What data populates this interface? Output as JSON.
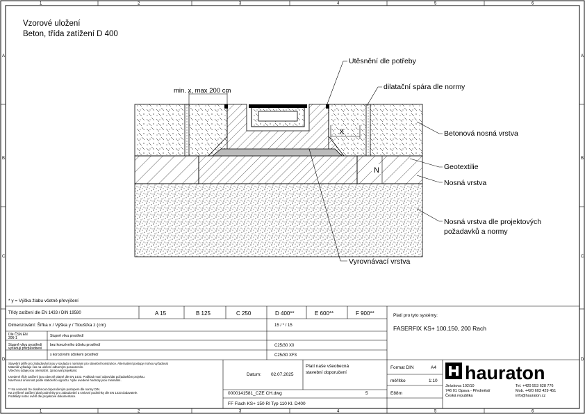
{
  "frame": {
    "cols": [
      "1",
      "2",
      "3",
      "4",
      "5",
      "6"
    ],
    "rows": [
      "A",
      "B",
      "C",
      "D"
    ]
  },
  "title": {
    "line1": "Vzorové uložení",
    "line2": "Beton, třída zatížení D 400"
  },
  "callouts": {
    "sealing": "Utěsnění dle potřeby",
    "expansion_joint": "dilatační spára dle normy",
    "min_max": "min. x, max 200 cm",
    "x": "X",
    "n": "N",
    "concrete_layer": "Betonová nosná vrstva",
    "geotextile": "Geotextilie",
    "base_layer": "Nosná vrstva",
    "base_project_1": "Nosná vrstva dle projektových",
    "base_project_2": "požadavků a normy",
    "leveling": "Vyrovnávací vrstva"
  },
  "footnote": "* y = Výška žlabu včetně převýšení",
  "table": {
    "class_label": "Třídy zatížení dle EN 1433 / DIN 19580",
    "classes": [
      "A 15",
      "B 125",
      "C 250",
      "D 400**",
      "E 600**",
      "F 900**"
    ],
    "dims_label": "Dimenzování: Šířka x / Výška y / Tloušťka z (cm)",
    "dims_value": "15 / * / 15",
    "concrete_label_1": "Dle ČSN EN",
    "concrete_label_2": "206-1",
    "exposure_label_1": "Stupně vlivu prostředí",
    "exposure_label_2": "vyžadují přizpůsobení",
    "r1": "Stupně vlivu prostředí",
    "r2": "bez korozívního účinku prostředí",
    "r2_value": "C25/30 X0",
    "r3": "s korozívním účinkem prostředí",
    "r3_value": "C25/30 XF3",
    "systems_label": "Platí pro tyto systémy:",
    "systems_value": "FASERFIX KS+ 100,150, 200 Rach"
  },
  "notes": {
    "p1": "Stavební pilíře pro zabudování jsou v souladu s normami pro stavební konstrukce. Alternativní postupy mohou vyžadovat",
    "p2": "Materiál vyžaduje čas na uložení odborným posouzením.",
    "p3": "Všechny údaje jsou orientační, zpracoval projektant.",
    "p4": "Uvedené třídy zatížení jsou obecně platné dle EN 1433. Podklad musí odpovídat požadavkům projektu.",
    "p5": "Navrhnout únosnost podle statického výpočtu. Výše uvedené hodnoty jsou minimální.",
    "p6": "** Na nosnosti lze dosáhnout doporučeným postupem dle normy DIN.",
    "p7": "Na zvýšené zatížení platí podmínky pro zabudování a smluvní podmínky dle EN 1433 dodavatele.",
    "p8": "Podklady nutno ověřit dle projektové dokumentace."
  },
  "title_block": {
    "note_1": "Platí naše všeobecná",
    "note_2": "stavební doporučení",
    "date_label": "Datum:",
    "date_value": "02.07.2025",
    "drawing_no": "0000141581_CZE CH.dwg",
    "sheet_no": "5",
    "format_label": "Format DIN",
    "format_value": "A4",
    "scale_label": "měřítko",
    "scale_value": "1:10",
    "unit_label": "E88m",
    "title_line": "FF Flach KS+ 150 Rl Typ 110 Kl. D400",
    "brand": "hauraton",
    "address_1": "Jiráskova 102/10",
    "address_2": "746 01 Opava - Předměstí",
    "address_3": "Česká republika",
    "contact_1": "Tel. +420 553 628 776",
    "contact_2": "Mob. +420 603 429 451",
    "contact_3": "info@hauraton.cz"
  }
}
